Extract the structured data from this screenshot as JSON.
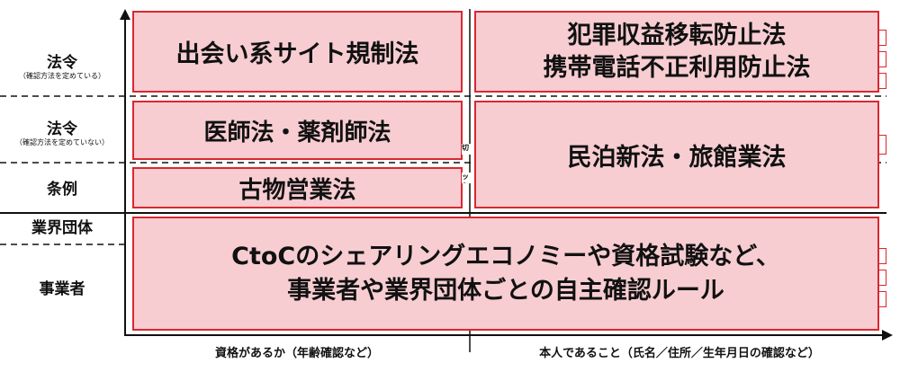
{
  "rows": [
    {
      "label": "法令",
      "sub": "（確認方法を定めている）"
    },
    {
      "label": "法令",
      "sub": "（確認方法を定めていない）"
    },
    {
      "label": "条例",
      "sub": ""
    },
    {
      "label": "業界団体",
      "sub": ""
    },
    {
      "label": "事業者",
      "sub": ""
    }
  ],
  "boxes": {
    "deai": "出会い系サイト規制法",
    "hanzai_1": "犯罪収益移転防止法",
    "hanzai_2": "携帯電話不正利用防止法",
    "ishi": "医師法・薬剤師法",
    "minpaku": "民泊新法・旅館業法",
    "kobutsu": "古物営業法",
    "ctoc_1": "CtoCのシェアリングエコノミーや資格試験など、",
    "ctoc_2": "事業者や業界団体ごとの自主確認ルール"
  },
  "clipped": {
    "a": "切",
    "b": "ット"
  },
  "axis": {
    "left": "資格があるか（年齢確認など）",
    "right": "本人であること（氏名／住所／生年月日の確認など）"
  },
  "colors": {
    "box_fill": "#f7cdd2",
    "box_border": "#d9282f",
    "axis": "#111111"
  }
}
